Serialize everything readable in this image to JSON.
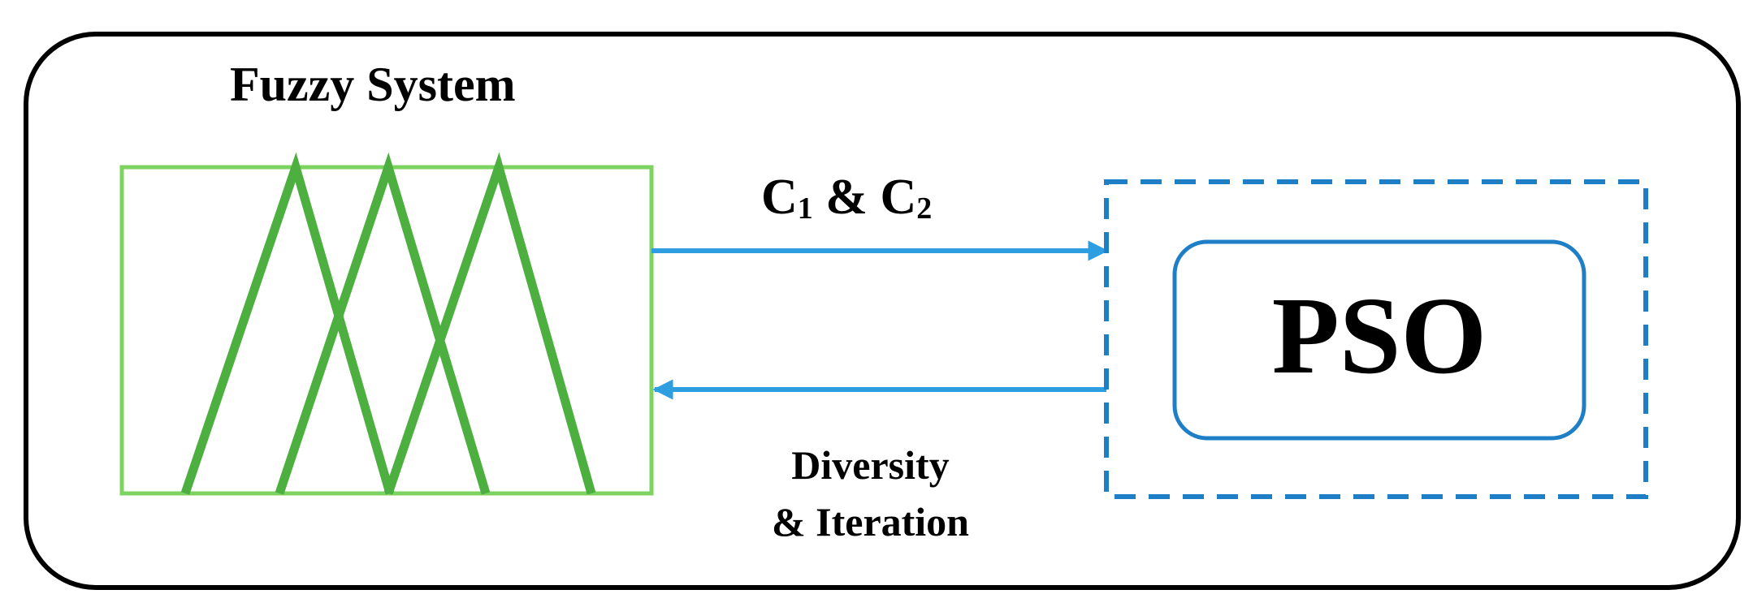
{
  "diagram": {
    "system_label": "Fuzzy System",
    "forward_arrow_label": {
      "c1_letter": "C",
      "c1_sub": "1",
      "connector": " & ",
      "c2_letter": "C",
      "c2_sub": "2"
    },
    "feedback_arrow_label": {
      "line1": "Diversity",
      "line2": "& Iteration"
    },
    "optimizer_label": "PSO"
  },
  "colors": {
    "outer_border": "#000000",
    "fuzzy_box": "#7dd35f",
    "membership_lines": "#4caf3f",
    "arrows": "#2f9ee0",
    "pso_border": "#1f7fc6"
  }
}
